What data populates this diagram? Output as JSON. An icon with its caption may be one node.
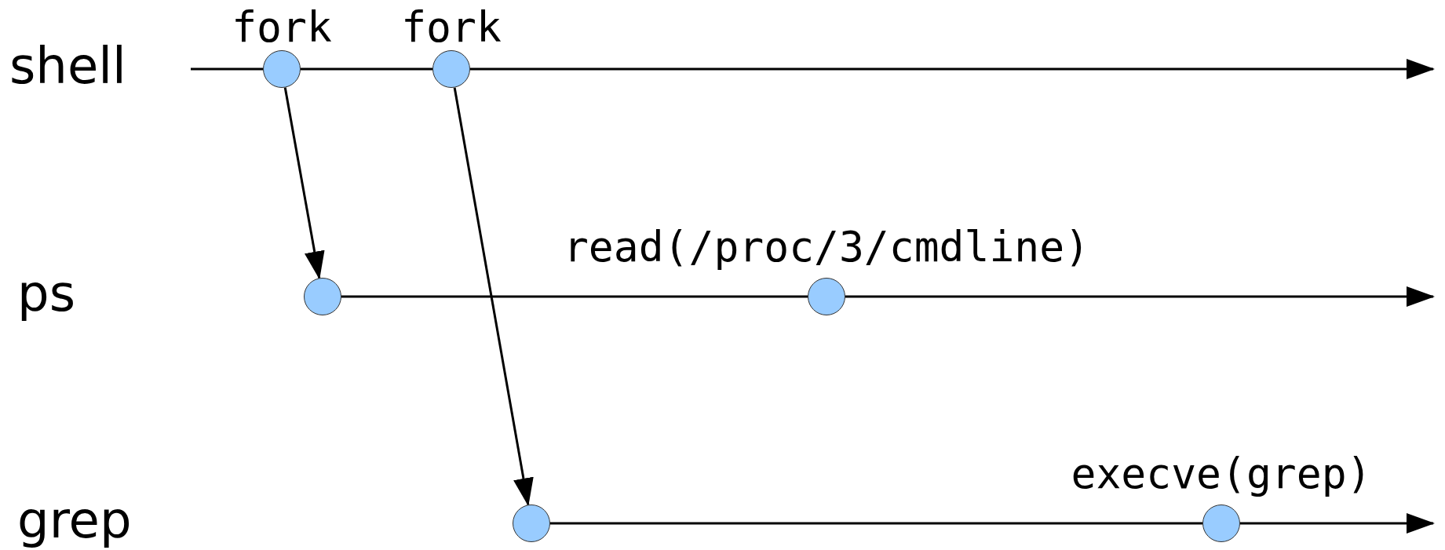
{
  "diagram": {
    "nodes": [
      {
        "text": [],
        "shape": "circle",
        "beside": [
          "fork"
        ]
      },
      {
        "text": [],
        "shape": "circle",
        "beside": [
          "fork"
        ]
      },
      {
        "text": [],
        "shape": "circle"
      },
      {
        "text": [],
        "shape": "circle",
        "beside": [
          "read(/proc/3/cmdline)"
        ]
      },
      {
        "text": [],
        "shape": "circle"
      },
      {
        "text": [],
        "shape": "circle",
        "beside": [
          "execve(grep)"
        ]
      }
    ],
    "edges": [
      {
        "from": null,
        "to": 0,
        "arrow": "none"
      },
      {
        "from": 0,
        "to": 1,
        "arrow": "none"
      },
      {
        "from": 1,
        "to": null,
        "arrow": "to"
      },
      {
        "from": 0,
        "to": 2,
        "arrow": "to"
      },
      {
        "from": 1,
        "to": 4,
        "arrow": "to"
      },
      {
        "from": 2,
        "to": 3,
        "arrow": "none"
      },
      {
        "from": 3,
        "to": null,
        "arrow": "to"
      },
      {
        "from": 4,
        "to": 5,
        "arrow": "none"
      },
      {
        "from": 5,
        "to": null,
        "arrow": "to"
      }
    ],
    "labels": [
      "shell",
      "ps",
      "grep"
    ]
  }
}
